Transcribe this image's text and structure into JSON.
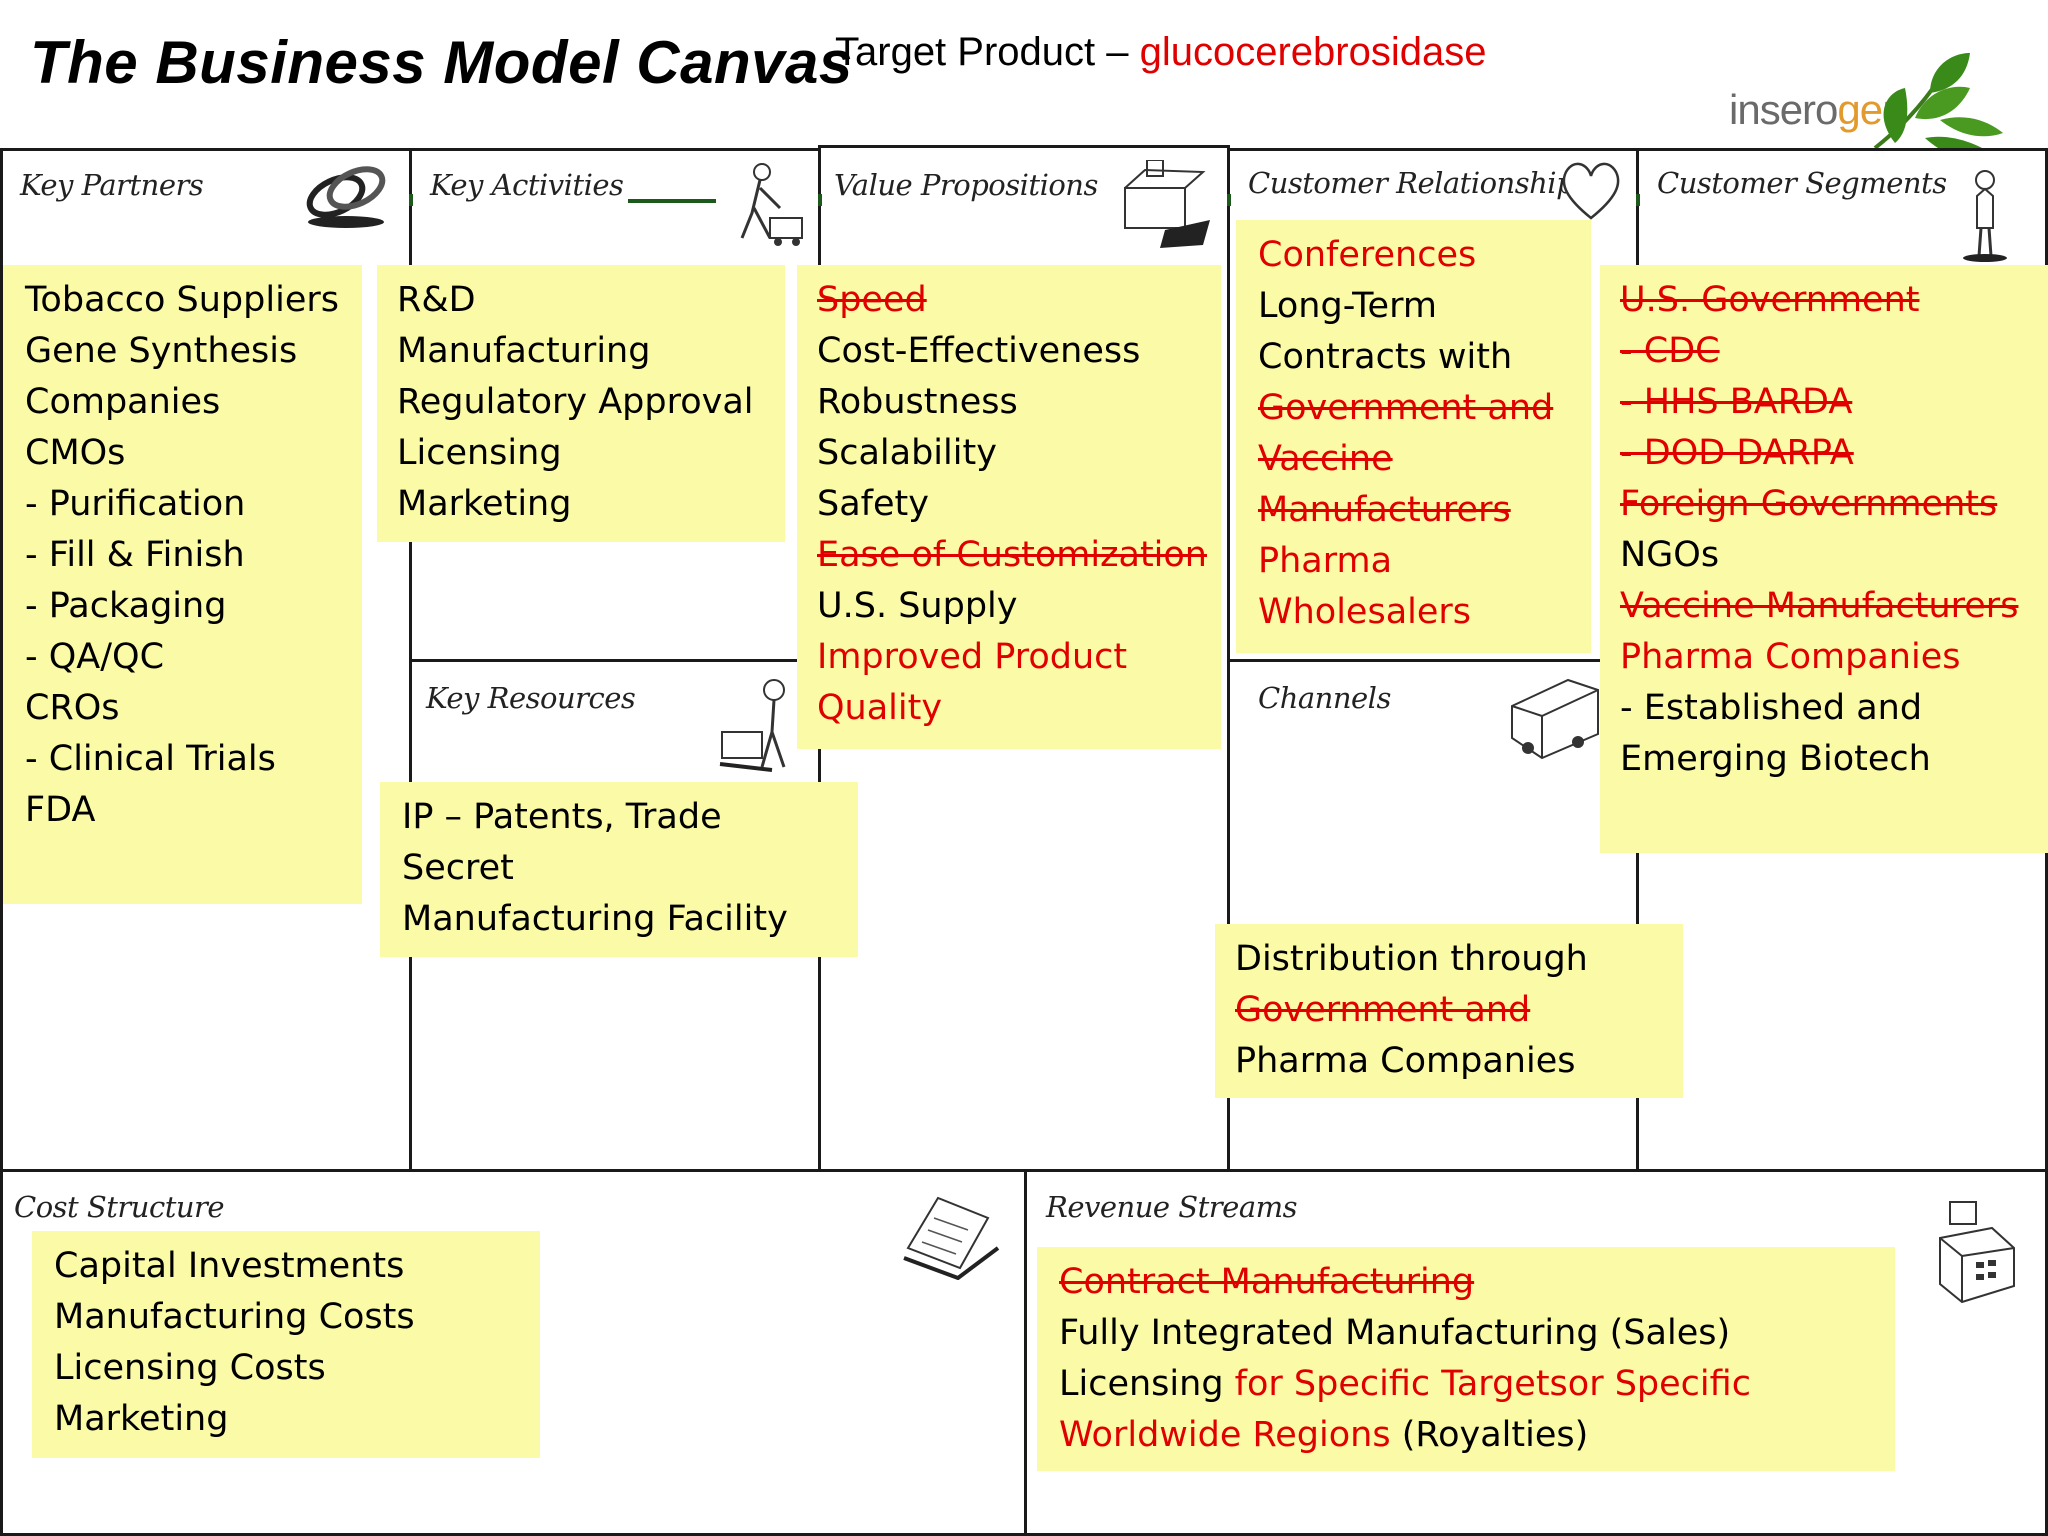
{
  "header": {
    "title": "The Business Model Canvas",
    "subtitle_prefix": "Target Product – ",
    "subtitle_product": "glucocerebrosidase",
    "logo_text_a": "insero",
    "logo_text_b": "gen"
  },
  "colors": {
    "note": "#fbfba7",
    "strike_red": "#e00000",
    "border": "#1a1a1a",
    "logo_leaf": "#3a8a1a"
  },
  "sections": {
    "key_partners": {
      "title": "Key Partners",
      "icon": "chain-links-icon",
      "items": [
        {
          "text": "Tobacco Suppliers",
          "style": "normal"
        },
        {
          "text": "Gene Synthesis",
          "style": "normal"
        },
        {
          "text": "Companies",
          "style": "normal"
        },
        {
          "text": "CMOs",
          "style": "normal"
        },
        {
          "text": "- Purification",
          "style": "normal"
        },
        {
          "text": "- Fill & Finish",
          "style": "normal"
        },
        {
          "text": "- Packaging",
          "style": "normal"
        },
        {
          "text": "- QA/QC",
          "style": "normal"
        },
        {
          "text": "CROs",
          "style": "normal"
        },
        {
          "text": "- Clinical Trials",
          "style": "normal"
        },
        {
          "text": "FDA",
          "style": "normal"
        }
      ]
    },
    "key_activities": {
      "title": "Key Activities",
      "icon": "worker-icon",
      "items": [
        {
          "text": "R&D",
          "style": "normal"
        },
        {
          "text": "Manufacturing",
          "style": "normal"
        },
        {
          "text": "Regulatory Approval",
          "style": "normal"
        },
        {
          "text": "Licensing",
          "style": "normal"
        },
        {
          "text": "Marketing",
          "style": "normal"
        }
      ]
    },
    "key_resources": {
      "title": "Key Resources",
      "icon": "worker-cart-icon",
      "items": [
        {
          "text": "IP – Patents, Trade",
          "style": "normal"
        },
        {
          "text": "Secret",
          "style": "normal"
        },
        {
          "text": "Manufacturing Facility",
          "style": "normal"
        }
      ]
    },
    "value_propositions": {
      "title": "Value Propositions",
      "icon": "gift-package-icon",
      "items": [
        {
          "text": "Speed",
          "style": "strike"
        },
        {
          "text": "Cost-Effectiveness",
          "style": "normal"
        },
        {
          "text": "Robustness",
          "style": "normal"
        },
        {
          "text": "Scalability",
          "style": "normal"
        },
        {
          "text": "Safety",
          "style": "normal"
        },
        {
          "text": "Ease of Customization",
          "style": "strike"
        },
        {
          "text": "U.S. Supply",
          "style": "normal"
        },
        {
          "text": "Improved Product",
          "style": "red"
        },
        {
          "text": "Quality",
          "style": "red"
        }
      ]
    },
    "customer_relationships": {
      "title": "Customer Relationships",
      "icon": "heart-icon",
      "items": [
        {
          "text": "Conferences",
          "style": "red"
        },
        {
          "text": "Long-Term",
          "style": "normal"
        },
        {
          "text": "Contracts with",
          "style": "normal"
        },
        {
          "text": "Government and",
          "style": "strike"
        },
        {
          "text": "Vaccine",
          "style": "strike"
        },
        {
          "text": "Manufacturers",
          "style": "strike"
        },
        {
          "text": "Pharma",
          "style": "red"
        },
        {
          "text": "Wholesalers",
          "style": "red"
        }
      ]
    },
    "channels": {
      "title": "Channels",
      "icon": "truck-icon",
      "items": [
        {
          "text": "Distribution through",
          "style": "normal"
        },
        {
          "text": "Government and",
          "style": "strike"
        },
        {
          "text": "Pharma Companies",
          "style": "normal"
        }
      ]
    },
    "customer_segments": {
      "title": "Customer Segments",
      "icon": "person-icon",
      "items": [
        {
          "text": "U.S. Government",
          "style": "strike"
        },
        {
          "text": "- CDC",
          "style": "strike"
        },
        {
          "text": "- HHS BARDA",
          "style": "strike"
        },
        {
          "text": "- DOD DARPA",
          "style": "strike"
        },
        {
          "text": "Foreign Governments",
          "style": "strike"
        },
        {
          "text": "NGOs",
          "style": "normal"
        },
        {
          "text": "Vaccine Manufacturers",
          "style": "strike"
        },
        {
          "text": "Pharma Companies",
          "style": "red"
        },
        {
          "text": "- Established and",
          "style": "normal"
        },
        {
          "text": "Emerging Biotech",
          "style": "normal"
        }
      ]
    },
    "cost_structure": {
      "title": "Cost Structure",
      "icon": "receipt-icon",
      "items": [
        {
          "text": "Capital Investments",
          "style": "normal"
        },
        {
          "text": "Manufacturing Costs",
          "style": "normal"
        },
        {
          "text": "Licensing Costs",
          "style": "normal"
        },
        {
          "text": "Marketing",
          "style": "normal"
        }
      ]
    },
    "revenue_streams": {
      "title": "Revenue Streams",
      "icon": "cash-register-icon",
      "items": [
        {
          "text": "Contract Manufacturing",
          "style": "strike"
        },
        {
          "text": "Fully Integrated Manufacturing (Sales)",
          "style": "normal"
        }
      ],
      "licensing_line": {
        "a": "Licensing ",
        "b": "for Specific Targetsor Specific"
      },
      "regions_line": {
        "a": "Worldwide Regions",
        "b": " (Royalties)"
      }
    }
  }
}
